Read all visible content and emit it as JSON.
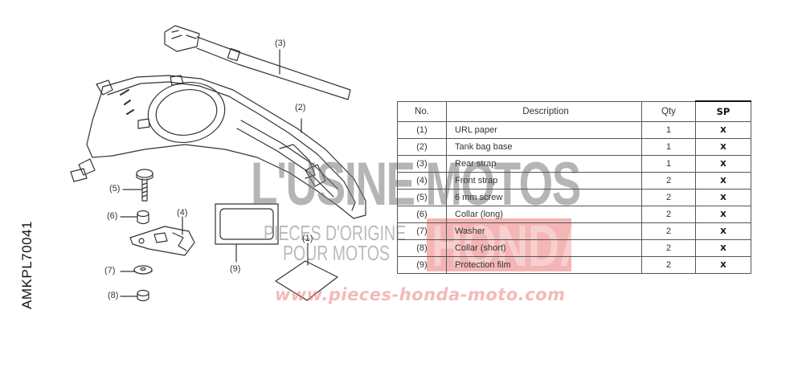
{
  "side_code": "AMKPL70041",
  "callouts": {
    "c1": "(1)",
    "c2": "(2)",
    "c3": "(3)",
    "c4": "(4)",
    "c5": "(5)",
    "c6": "(6)",
    "c7": "(7)",
    "c8": "(8)",
    "c9": "(9)"
  },
  "table": {
    "headers": {
      "no": "No.",
      "description": "Description",
      "qty": "Qty",
      "sp": "SP"
    },
    "rows": [
      {
        "no": "(1)",
        "description": "URL paper",
        "qty": "1",
        "sp": "X"
      },
      {
        "no": "(2)",
        "description": "Tank bag base",
        "qty": "1",
        "sp": "X"
      },
      {
        "no": "(3)",
        "description": "Rear strap",
        "qty": "1",
        "sp": "X"
      },
      {
        "no": "(4)",
        "description": "Front strap",
        "qty": "2",
        "sp": "X"
      },
      {
        "no": "(5)",
        "description": "6 mm screw",
        "qty": "2",
        "sp": "X"
      },
      {
        "no": "(6)",
        "description": "Collar (long)",
        "qty": "2",
        "sp": "X"
      },
      {
        "no": "(7)",
        "description": "Washer",
        "qty": "2",
        "sp": "X"
      },
      {
        "no": "(8)",
        "description": "Collar (short)",
        "qty": "2",
        "sp": "X"
      },
      {
        "no": "(9)",
        "description": "Protection film",
        "qty": "2",
        "sp": "X"
      }
    ]
  },
  "watermark": {
    "line1": "L'USINE MOTOS",
    "line2": "PIECES D'ORIGINE",
    "line3": "POUR MOTOS",
    "brand": "HONDA",
    "url": "www.pieces-honda-moto.com",
    "brand_color": "#e87878"
  }
}
